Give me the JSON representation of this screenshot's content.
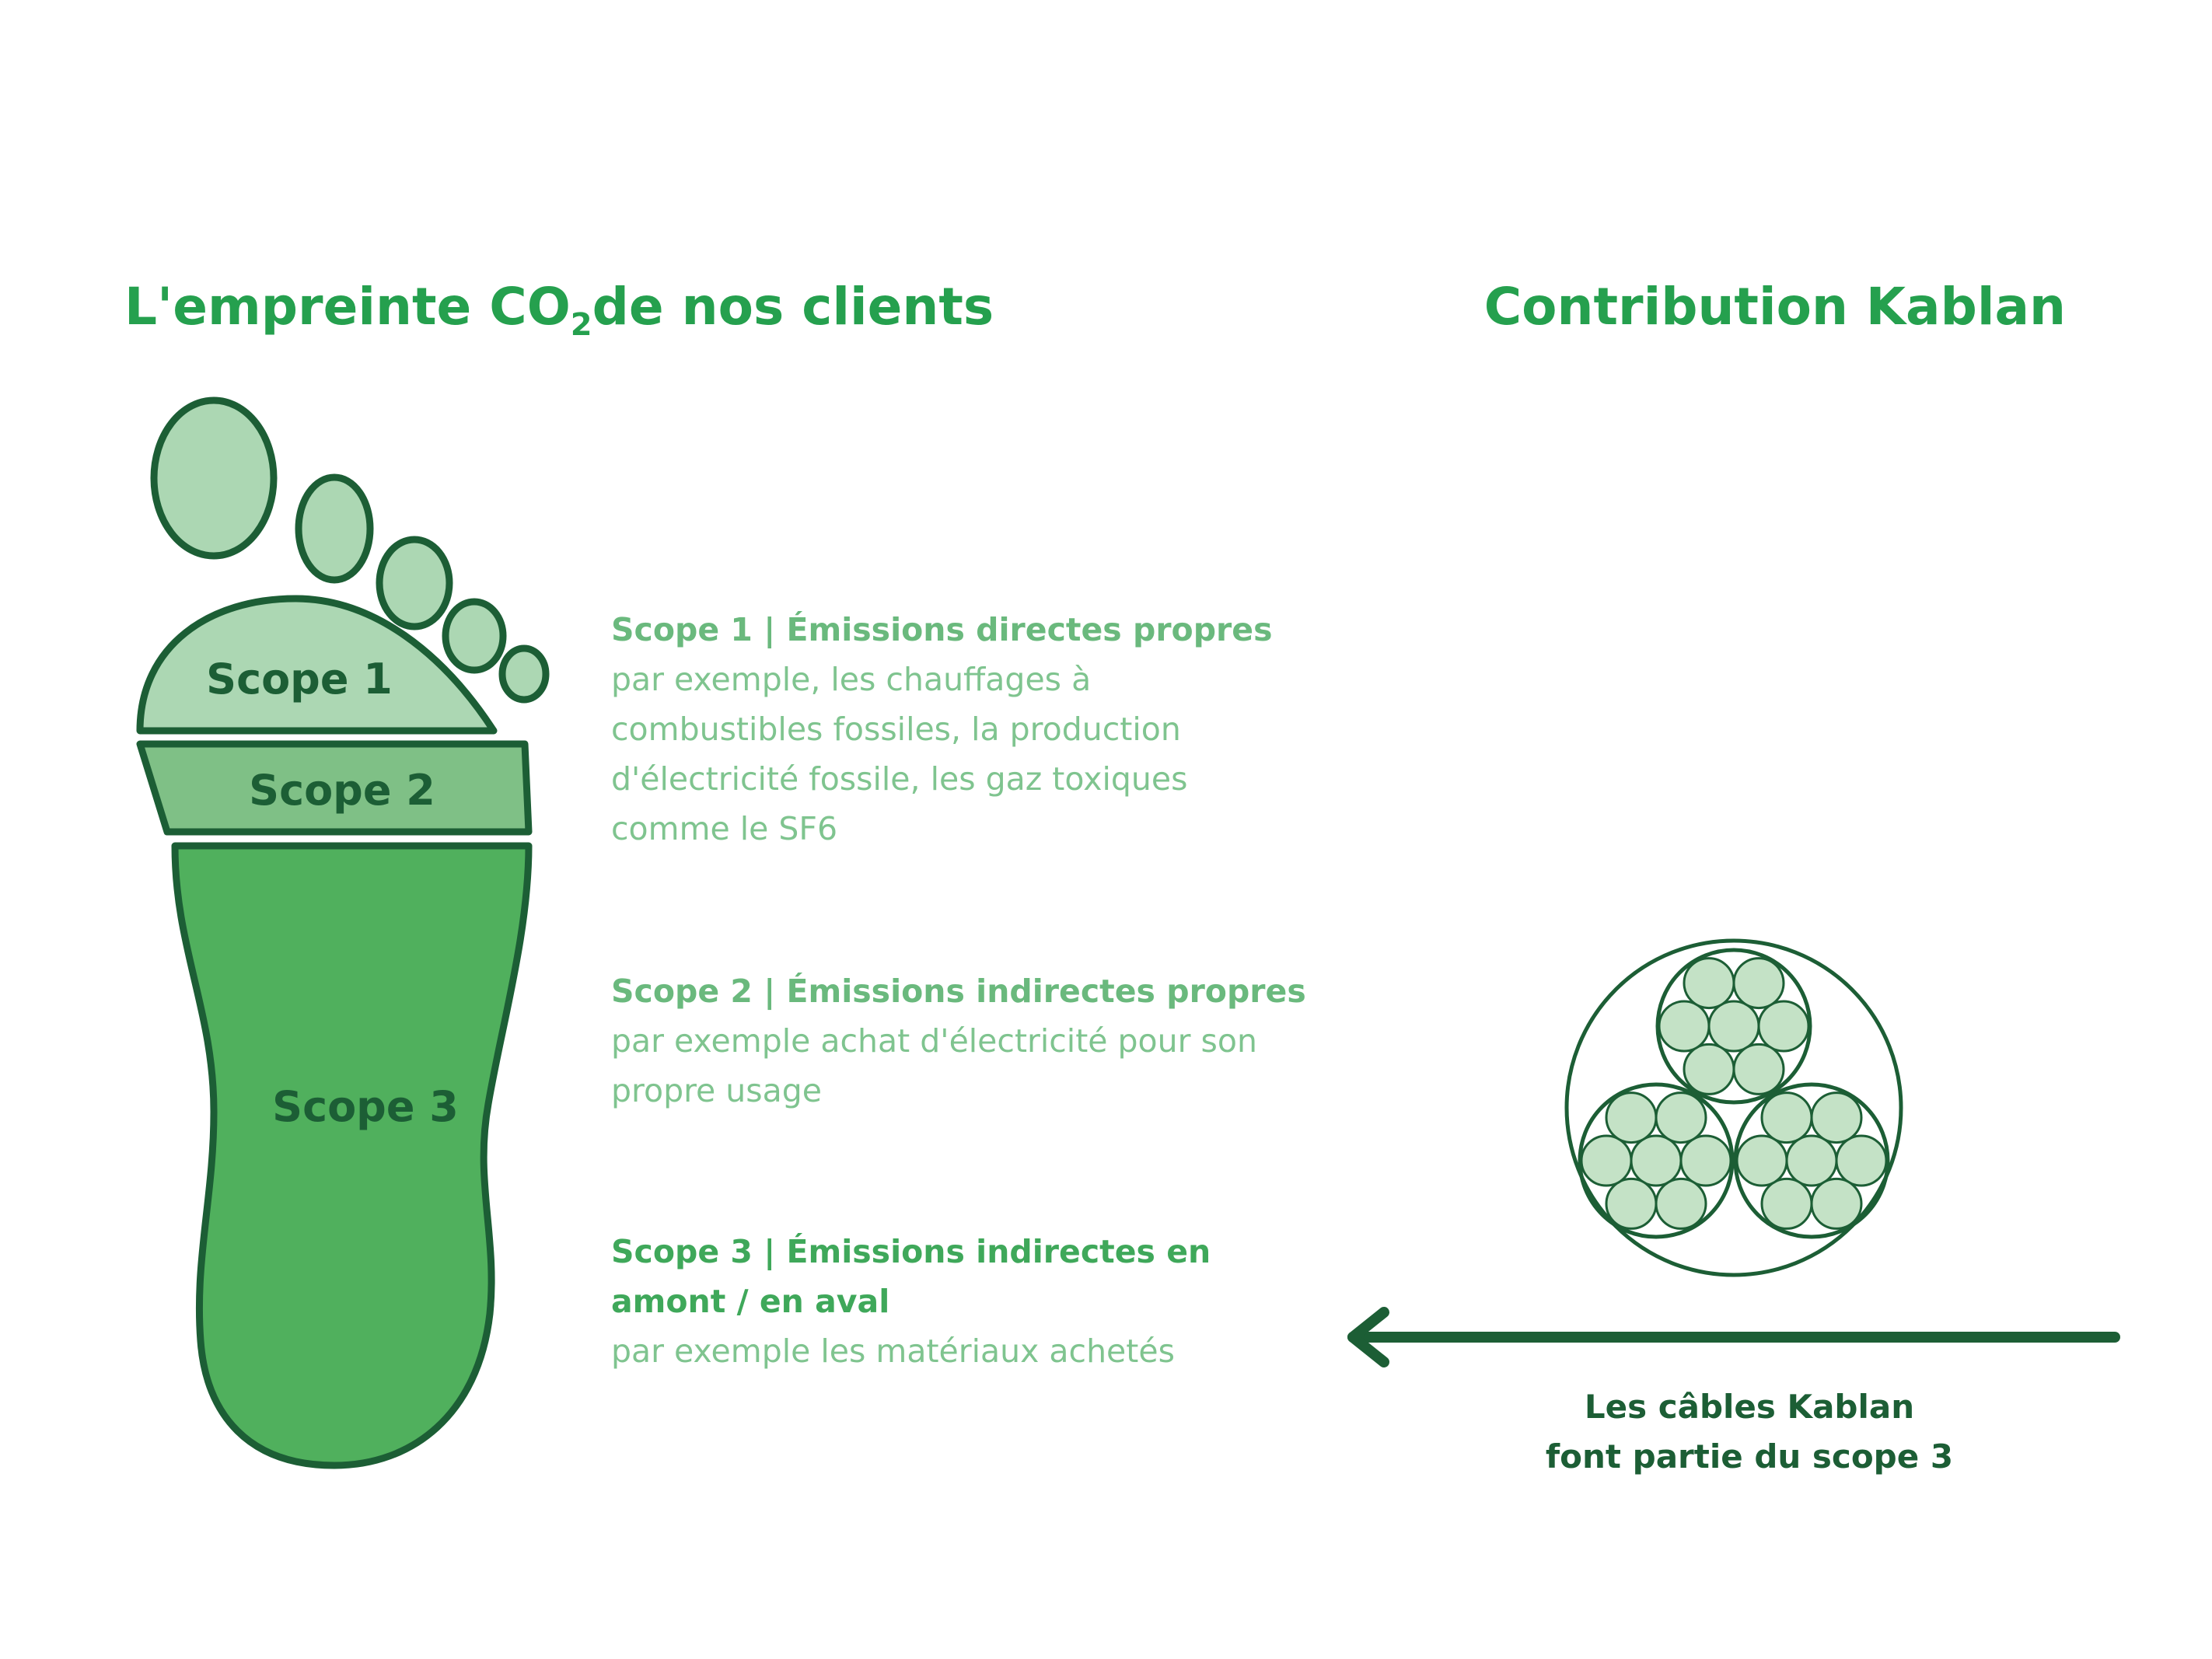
{
  "colors": {
    "title": "#25a04e",
    "outline": "#1c5e35",
    "scope1_fill": "#acd7b3",
    "scope2_fill": "#7fc086",
    "scope3_fill": "#50b05d",
    "text_light": "#7fc48f"
  },
  "header": {
    "left_title_main": "L'empreinte CO",
    "left_title_sub": "2",
    "left_title_rest": "de nos clients",
    "right_title": "Contribution Kablan"
  },
  "foot": {
    "scope1_label": "Scope 1",
    "scope2_label": "Scope 2",
    "scope3_label": "Scope 3"
  },
  "scopes": [
    {
      "heading": "Scope 1 |  Émissions directes propres",
      "lines": [
        "par exemple, les chauffages à",
        "combustibles fossiles, la production",
        "d'électricité fossile, les gaz toxiques",
        "comme le SF6"
      ]
    },
    {
      "heading": "Scope 2 | Émissions indirectes propres",
      "lines": [
        "par exemple achat d'électricité pour son",
        "propre usage"
      ]
    },
    {
      "heading_lines": [
        "Scope 3 | Émissions indirectes en",
        "amont / en aval"
      ],
      "lines": [
        "par exemple les matériaux achetés"
      ]
    }
  ],
  "cable_caption": {
    "line1": "Les câbles Kablan",
    "line2": "font partie du scope 3"
  },
  "icons": {
    "cable": "cable-cross-section-icon",
    "arrow": "arrow-left-icon",
    "foot": "footprint-icon"
  }
}
